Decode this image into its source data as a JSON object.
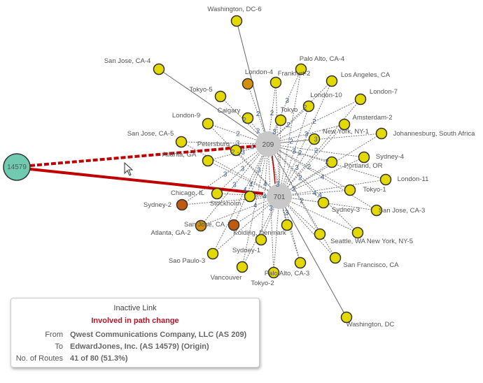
{
  "hubs": {
    "as209": {
      "label": "209"
    },
    "as701": {
      "label": "701"
    },
    "origin": {
      "label": "14579"
    }
  },
  "nodes": [
    {
      "label": "Washington, DC-6",
      "weights": []
    },
    {
      "label": "San Jose, CA-4",
      "weights": []
    },
    {
      "label": "London-4",
      "weights": [
        "2"
      ]
    },
    {
      "label": "Frankfurt-2",
      "weights": [
        "2"
      ]
    },
    {
      "label": "Palo Alto, CA-4",
      "weights": [
        "3"
      ]
    },
    {
      "label": "Los Angeles, CA",
      "weights": [
        "2"
      ]
    },
    {
      "label": "Tokyo-5",
      "weights": [
        "2"
      ]
    },
    {
      "label": "London-10",
      "weights": [
        "2",
        "3"
      ]
    },
    {
      "label": "London-7",
      "weights": [
        "2"
      ]
    },
    {
      "label": "Calgary",
      "weights": [
        "2"
      ]
    },
    {
      "label": "Tokyo",
      "weights": [
        "3"
      ]
    },
    {
      "label": "London-9",
      "weights": [
        "2"
      ]
    },
    {
      "label": "Amsterdam-2",
      "weights": [
        "3"
      ]
    },
    {
      "label": "New York, NY-1",
      "weights": [
        "2",
        "3"
      ]
    },
    {
      "label": "Johannesburg, South Africa",
      "weights": [
        "3"
      ]
    },
    {
      "label": "San Jose, CA-5",
      "weights": [
        "3"
      ]
    },
    {
      "label": "Petersburg",
      "weights": [
        "4"
      ]
    },
    {
      "label": "Atlanta, GA",
      "weights": [
        "2 - 3"
      ]
    },
    {
      "label": "Sydney-4",
      "weights": [
        "2"
      ]
    },
    {
      "label": "Portland, OR",
      "weights": [
        "2"
      ]
    },
    {
      "label": "London-11",
      "weights": [
        "2"
      ]
    },
    {
      "label": "Tokyo-1",
      "weights": [
        "2",
        "4"
      ]
    },
    {
      "label": "Chicago, IL",
      "weights": [
        "3"
      ]
    },
    {
      "label": "Stockholm",
      "weights": [
        "3",
        "4"
      ]
    },
    {
      "label": "Sydney-2",
      "weights": [
        "3"
      ]
    },
    {
      "label": "Sydney-3",
      "weights": [
        "2"
      ]
    },
    {
      "label": "San Jose, CA-3",
      "weights": [
        "4"
      ]
    },
    {
      "label": "Atlanta, GA-2",
      "weights": [
        "3"
      ]
    },
    {
      "label": "San Jose, CA",
      "weights": [
        "4"
      ]
    },
    {
      "label": "Kolding, Denmark",
      "weights": [
        "3"
      ]
    },
    {
      "label": "Seattle, WA",
      "weights": [
        "2"
      ]
    },
    {
      "label": "New York, NY-5",
      "weights": [
        "4"
      ]
    },
    {
      "label": "Sydney-1",
      "weights": [
        "4"
      ]
    },
    {
      "label": "Sao Paulo-3",
      "weights": [
        "4"
      ]
    },
    {
      "label": "San Francisco, CA",
      "weights": [
        "2"
      ]
    },
    {
      "label": "Vancouver",
      "weights": [
        "4"
      ]
    },
    {
      "label": "Palo Alto, CA-3",
      "weights": [
        "3"
      ]
    },
    {
      "label": "Tokyo-2",
      "weights": [
        "3"
      ]
    },
    {
      "label": "Washington, DC",
      "weights": []
    }
  ],
  "colors": {
    "node_yellow": "#e3d800",
    "node_orange": "#d4900a",
    "node_brown": "#c05a0e",
    "hub": "#c8c8c8",
    "origin": "#6fcab0",
    "link_red": "#c00000"
  },
  "tooltip": {
    "title": "Inactive Link",
    "subtitle": "Involved in path change",
    "from_label": "From",
    "from_value": "Qwest Communications Company, LLC (AS 209)",
    "to_label": "To",
    "to_value": "EdwardJones, Inc. (AS 14579) (Origin)",
    "routes_label": "No. of Routes",
    "routes_value": "41 of 80 (51.3%)"
  }
}
